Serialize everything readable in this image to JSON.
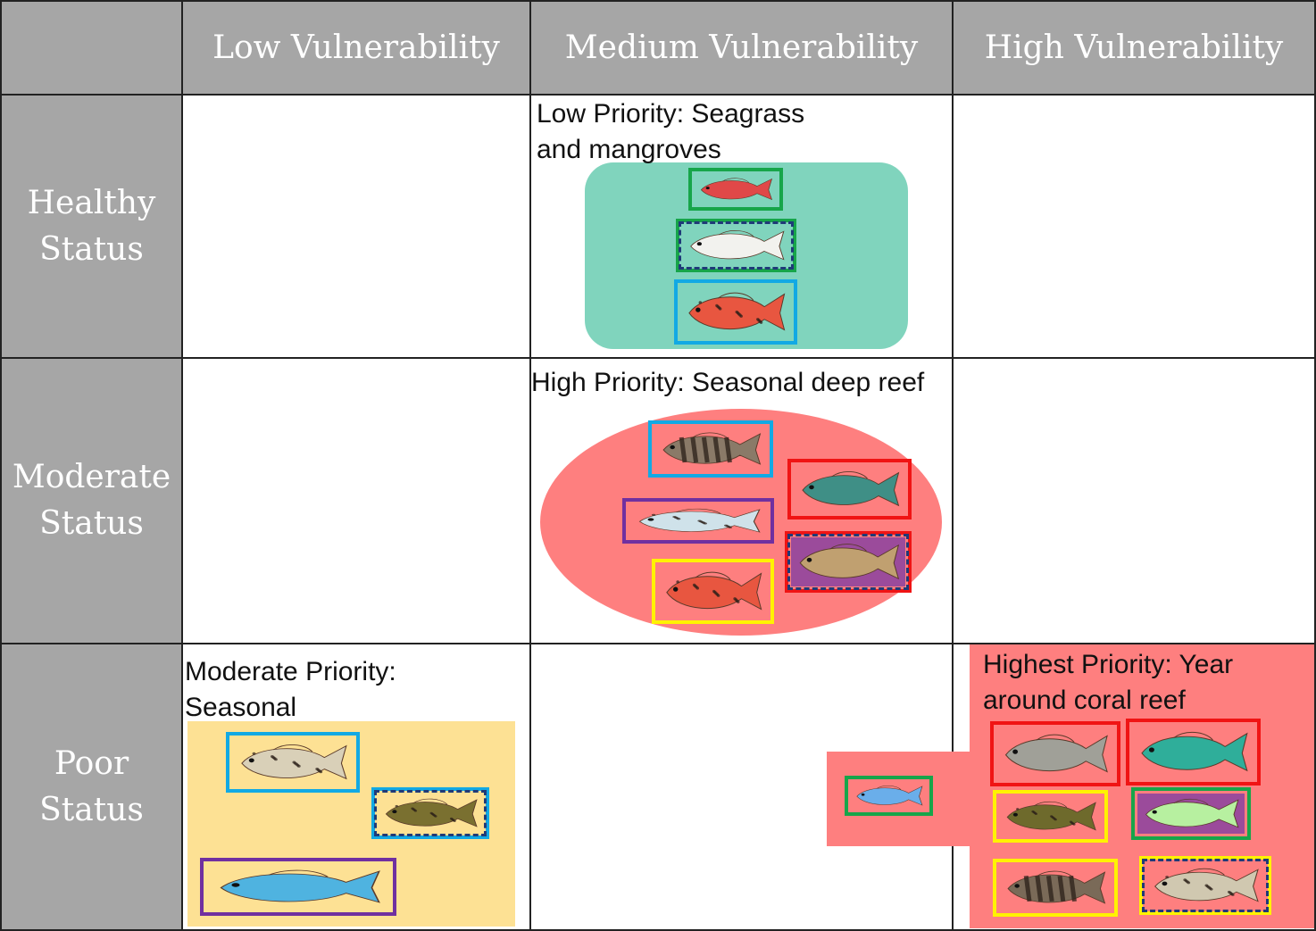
{
  "columns": {
    "corner": "",
    "low": "Low Vulnerability",
    "medium": "Medium Vulnerability",
    "high": "High Vulnerability"
  },
  "rows": {
    "healthy": "Healthy\nStatus",
    "moderate": "Moderate\nStatus",
    "poor": "Poor\nStatus"
  },
  "zones": {
    "low_priority": "Low Priority: Seagrass\nand mangroves",
    "high_priority": "High Priority: Seasonal deep reef",
    "moderate_priority": "Moderate Priority:\nSeasonal",
    "highest_priority": "Highest Priority: Year\naround coral reef"
  },
  "colors": {
    "header_bg": "#a6a6a6",
    "seagrass_zone": "#80d4bd",
    "deep_reef_zone": "#fe7f7f",
    "seasonal_zone": "#fde194",
    "coral_reef_zone": "#fe7f7f",
    "box_green": "#17a54a",
    "box_blue": "#12a9e4",
    "box_red": "#f01414",
    "box_purple": "#7030a0",
    "box_yellow": "#fff200",
    "box_dashed": "#1f3a78"
  },
  "fish_icons": [
    "red-snapper-icon",
    "white-grunt-icon",
    "coral-grouper-icon",
    "barred-grouper-icon",
    "teal-snapper-icon",
    "mackerel-icon",
    "hogfish-icon",
    "red-grouper-icon",
    "spotted-grouper-icon",
    "olive-grouper-icon",
    "blue-mackerel-icon",
    "blue-parrotfish-icon",
    "grey-snapper-icon",
    "green-snapper-icon",
    "olive-grouper-icon",
    "lime-hogfish-icon",
    "barred-grouper-icon",
    "spotted-grouper-icon"
  ]
}
